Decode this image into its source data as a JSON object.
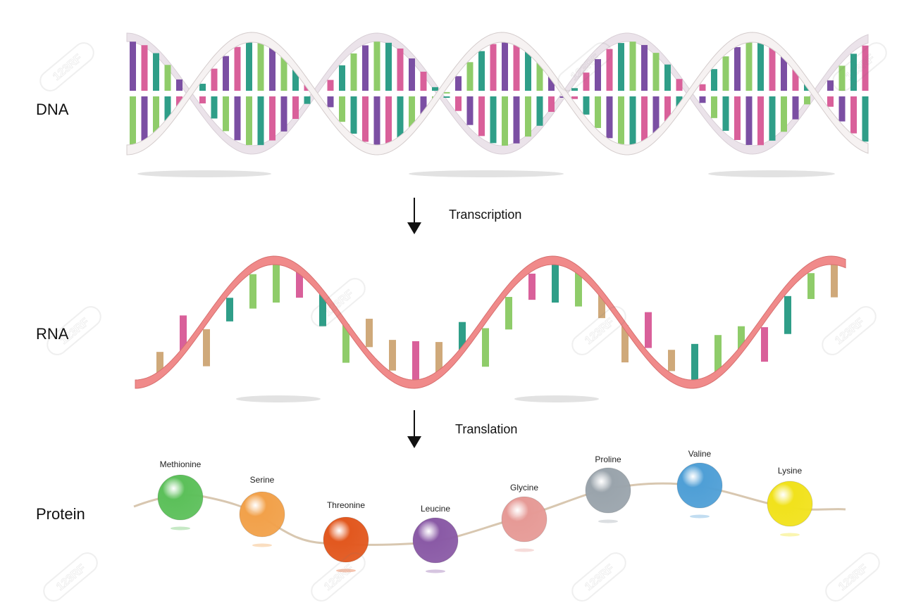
{
  "sections": {
    "dna": "DNA",
    "rna": "RNA",
    "protein": "Protein"
  },
  "steps": {
    "transcription": "Transcription",
    "translation": "Translation"
  },
  "amino_acids": [
    {
      "name": "Methionine",
      "color": "#5cc05a"
    },
    {
      "name": "Serine",
      "color": "#f2a14a"
    },
    {
      "name": "Threonine",
      "color": "#e2581f"
    },
    {
      "name": "Leucine",
      "color": "#8a5aa6"
    },
    {
      "name": "Glycine",
      "color": "#e69a96"
    },
    {
      "name": "Proline",
      "color": "#9aa4ac"
    },
    {
      "name": "Valine",
      "color": "#4f9fd6"
    },
    {
      "name": "Lysine",
      "color": "#f1e21c"
    }
  ],
  "base_colors": {
    "purple": "#7b4fa3",
    "pink": "#d9609a",
    "teal": "#2f9e88",
    "green": "#8fcc6a",
    "tan": "#cfa97a"
  },
  "strand_colors": {
    "dna_backbone": "#f3efef",
    "rna_backbone": "#f08a8a"
  },
  "watermark": "123RF"
}
